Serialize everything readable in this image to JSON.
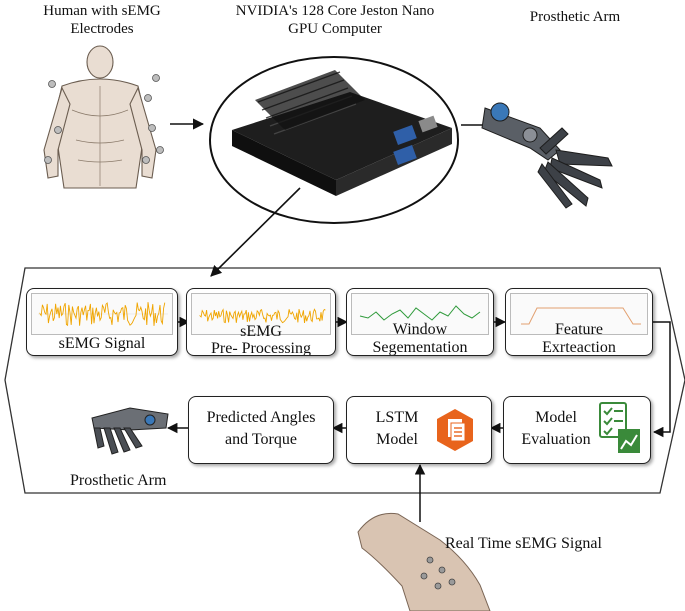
{
  "top": {
    "human_label_line1": "Human with sEMG",
    "human_label_line2": "Electrodes",
    "jetson_label_line1": "NVIDIA's 128 Core Jeston Nano",
    "jetson_label_line2": "GPU Computer",
    "arm_label": "Prosthetic Arm"
  },
  "pipeline": {
    "stage1": "sEMG Signal",
    "stage2_line1": "sEMG",
    "stage2_line2": "Pre- Processing",
    "stage3_line1": "Window",
    "stage3_line2": "Segementation",
    "stage4_line1": "Feature",
    "stage4_line2": "Exrteaction",
    "model_eval_line1": "Model",
    "model_eval_line2": "Evaluation",
    "lstm_line1": "LSTM",
    "lstm_line2": "Model",
    "pred_line1": "Predicted Angles",
    "pred_line2": "and Torque",
    "bottom_arm_label": "Prosthetic Arm",
    "realtime_label": "Real Time sEMG Signal"
  },
  "colors": {
    "signal": "#f0a500",
    "window_line": "#2e9a3a",
    "feature_line": "#e2a070",
    "lstm_icon": "#e8641c",
    "eval_icon": "#3a8a3a"
  },
  "icons": {
    "lstm": "document-stack-icon",
    "eval": "checklist-chart-icon"
  }
}
